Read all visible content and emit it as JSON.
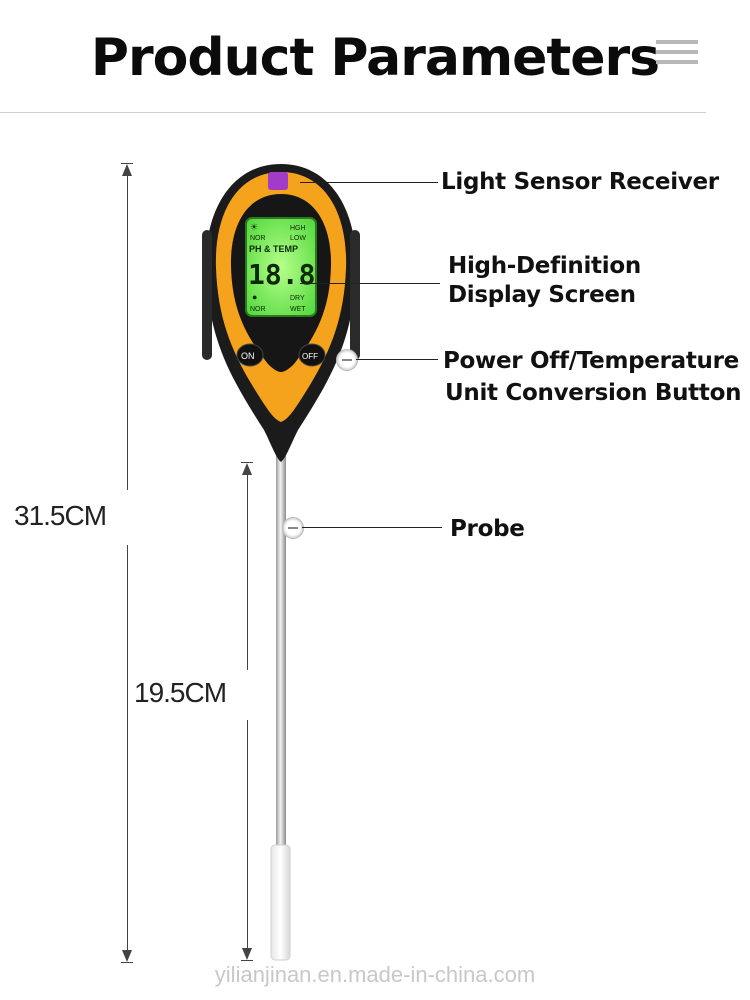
{
  "header": {
    "title": "Product Parameters"
  },
  "dimensions": {
    "total_length": "31.5CM",
    "probe_length": "19.5CM"
  },
  "callouts": {
    "light_sensor": "Light Sensor Receiver",
    "display_line1": "High-Definition",
    "display_line2": "Display Screen",
    "power_line1": "Power Off/Temperature",
    "power_line2": "Unit Conversion Button",
    "probe": "Probe"
  },
  "device": {
    "screen": {
      "top_left_icon": "☀",
      "nor_top": "NOR",
      "hgh": "HGH",
      "low": "LOW",
      "mode": "PH & TEMP",
      "digits": "18.8",
      "dry": "DRY",
      "nor_bottom": "NOR",
      "wet": "WET"
    },
    "on_button": "ON",
    "off_button": "OFF"
  },
  "watermark": "yilianjinan.en.made-in-china.com",
  "colors": {
    "body_orange": "#f5a21c",
    "lcd_green": "#7ff05a",
    "shell": "#1a1a1a"
  }
}
